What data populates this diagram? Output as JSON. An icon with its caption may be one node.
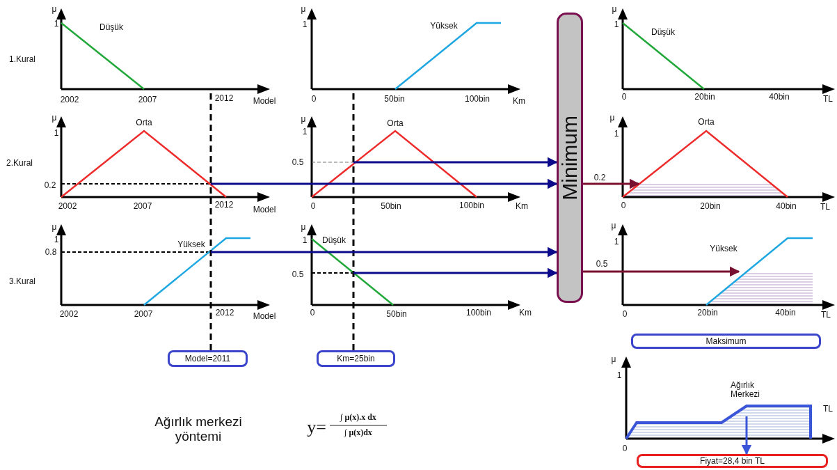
{
  "diagram": {
    "nodes": [
      {
        "text": [
          "Minimum"
        ]
      },
      {
        "text": [
          "Model=2011"
        ]
      },
      {
        "text": [
          "Km=25bin"
        ]
      },
      {
        "text": [
          "Maksimum"
        ]
      },
      {
        "text": [
          "Fiyat=28,4 bin TL"
        ]
      }
    ],
    "edges": [
      {
        "from": 1,
        "to": null,
        "arrow": "none",
        "style": "dashed",
        "color": "#000000"
      },
      {
        "from": 2,
        "to": null,
        "arrow": "none",
        "style": "dashed",
        "color": "#000000"
      },
      {
        "from": null,
        "to": 0,
        "arrow": "to"
      },
      {
        "from": null,
        "to": 0,
        "arrow": "to"
      },
      {
        "from": null,
        "to": 0,
        "arrow": "to"
      },
      {
        "from": null,
        "to": 0,
        "arrow": "to"
      },
      {
        "from": 0,
        "to": null,
        "arrow": "to",
        "label": "0.2",
        "color": "#7a1030"
      },
      {
        "from": 0,
        "to": null,
        "arrow": "to",
        "label": "0.5",
        "color": "#7a1030"
      },
      {
        "from": null,
        "to": 4,
        "arrow": "to",
        "color": "#3b55d9"
      }
    ],
    "labels": [
      "μ",
      "1",
      "Düşük",
      "1.Kural",
      "2002",
      "2007",
      "2012",
      "Model",
      "μ",
      "1",
      "Yüksek",
      "0",
      "50bin",
      "100bin",
      "Km",
      "μ",
      "1",
      "Düşük",
      "0",
      "20bin",
      "40bin",
      "TL",
      "μ",
      "1",
      "Orta",
      "2.Kural",
      "0.2",
      "2002",
      "2007",
      "2012",
      "Model",
      "μ",
      "1",
      "Orta",
      "0.5",
      "0",
      "50bin",
      "100bin",
      "Km",
      "μ",
      "1",
      "Orta",
      "0",
      "20bin",
      "40bin",
      "TL",
      "μ",
      "1",
      "0.8",
      "Yüksek",
      "3.Kural",
      "2002",
      "2007",
      "2012",
      "Model",
      "μ",
      "1",
      "Düşük",
      "0.5",
      "0",
      "50bin",
      "100bin",
      "Km",
      "μ",
      "1",
      "Yüksek",
      "0",
      "20bin",
      "40bin",
      "TL",
      "μ",
      "1",
      "Ağırlık Merkezi",
      "TL",
      "0",
      "Ağırlık merkezi yöntemi",
      "y=",
      "∫ μ(x).x dx",
      "∫ μ(x)dx"
    ]
  }
}
